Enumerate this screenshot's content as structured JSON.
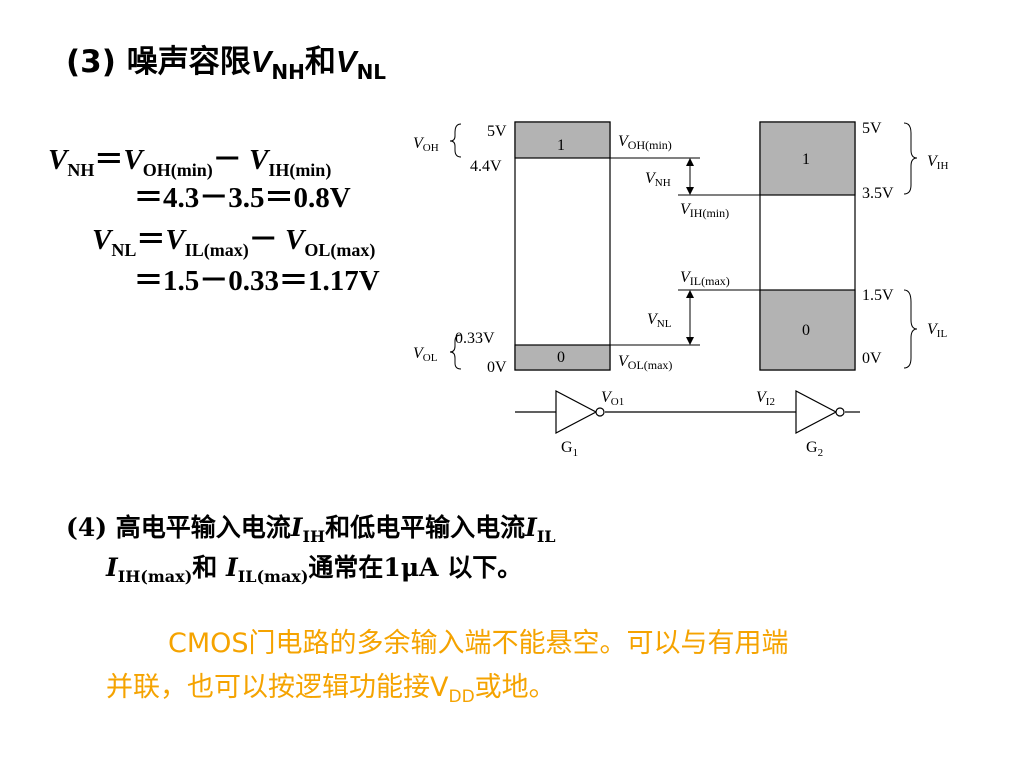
{
  "heading": {
    "num": "(3)",
    "text": "噪声容限",
    "v1": "V",
    "s1": "NH",
    "and": "和",
    "v2": "V",
    "s2": "NL"
  },
  "equations": {
    "l1": {
      "v": "V",
      "s_nh": "NH",
      "eq": "＝",
      "v2": "V",
      "s_ohmin": "OH(min)",
      "minus": "－ ",
      "v3": "V",
      "s_ihmin": "IH(min)"
    },
    "l2": "＝4.3－3.5＝0.8V",
    "l3": {
      "v": "V",
      "s_nl": "NL",
      "eq": "＝",
      "v2": "V",
      "s_ilmax": "IL(max)",
      "minus": "－ ",
      "v3": "V",
      "s_olmax": "OL(max)"
    },
    "l4": "＝1.5－0.33＝1.17V"
  },
  "diagram": {
    "left": {
      "top_v": "5V",
      "voh_top": "4.4V",
      "vol_top": "0.33V",
      "bottom_v": "0V",
      "one": "1",
      "zero": "0",
      "voh": {
        "v": "V",
        "s": "OH"
      },
      "vol": {
        "v": "V",
        "s": "OL"
      }
    },
    "middle": {
      "voh_min": {
        "v": "V",
        "s": "OH(min)"
      },
      "vnh": {
        "v": "V",
        "s": "NH"
      },
      "vih_min": {
        "v": "V",
        "s": "IH(min)"
      },
      "vil_max": {
        "v": "V",
        "s": "IL(max)"
      },
      "vnl": {
        "v": "V",
        "s": "NL"
      },
      "vol_max": {
        "v": "V",
        "s": "OL(max)"
      }
    },
    "right": {
      "top_v": "5V",
      "vih_lvl": "3.5V",
      "vil_lvl": "1.5V",
      "bottom_v": "0V",
      "one": "1",
      "zero": "0",
      "vih": {
        "v": "V",
        "s": "IH"
      },
      "vil": {
        "v": "V",
        "s": "IL"
      }
    },
    "circuit": {
      "vo1": {
        "v": "V",
        "s": "O1"
      },
      "vi2": {
        "v": "V",
        "s": "I2"
      },
      "g1": {
        "g": "G",
        "s": "1"
      },
      "g2": {
        "g": "G",
        "s": "2"
      }
    }
  },
  "section4": {
    "num": "(4) ",
    "text1": "高电平输入电流",
    "iih": {
      "i": "I",
      "s": "IH"
    },
    "and": "和低电平输入电流",
    "iil": {
      "i": "I",
      "s": "IL"
    },
    "line2": {
      "i1": "I",
      "s1": "IH(max)",
      "and": "和 ",
      "i2": "I",
      "s2": "IL(max)",
      "rest": "通常在1μA 以下。"
    }
  },
  "note": {
    "line1": "CMOS门电路的多余输入端不能悬空。可以与有用端",
    "line2a": "并联，也可以按逻辑功能接V",
    "line2sub": "DD",
    "line2b": "或地。"
  },
  "colors": {
    "accent": "#f5a300",
    "fill_gray": "#b3b3b3"
  }
}
